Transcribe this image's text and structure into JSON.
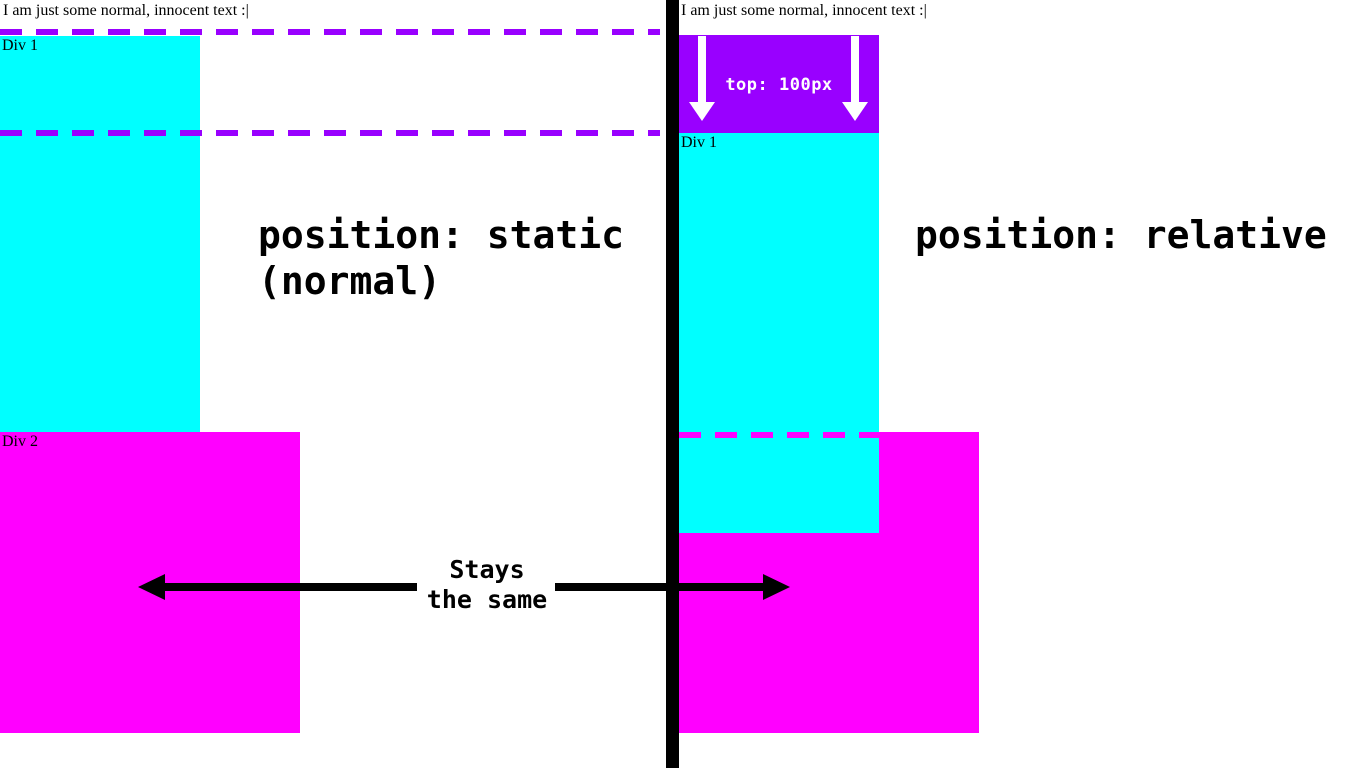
{
  "colors": {
    "cyan": "#00ffff",
    "magenta": "#ff00ff",
    "violet": "#9900ff",
    "black": "#000000",
    "white": "#ffffff"
  },
  "left_panel": {
    "body_text": "I am just some normal, innocent text :|",
    "title_line1": "position: static",
    "title_line2": "(normal)",
    "div1_label": "Div 1",
    "div2_label": "Div 2"
  },
  "right_panel": {
    "body_text": "I am just some normal, innocent text :|",
    "title": "position: relative",
    "offset_label": "top: 100px",
    "div1_label": "Div 1"
  },
  "annotation": {
    "line1": "Stays",
    "line2": "the same"
  }
}
